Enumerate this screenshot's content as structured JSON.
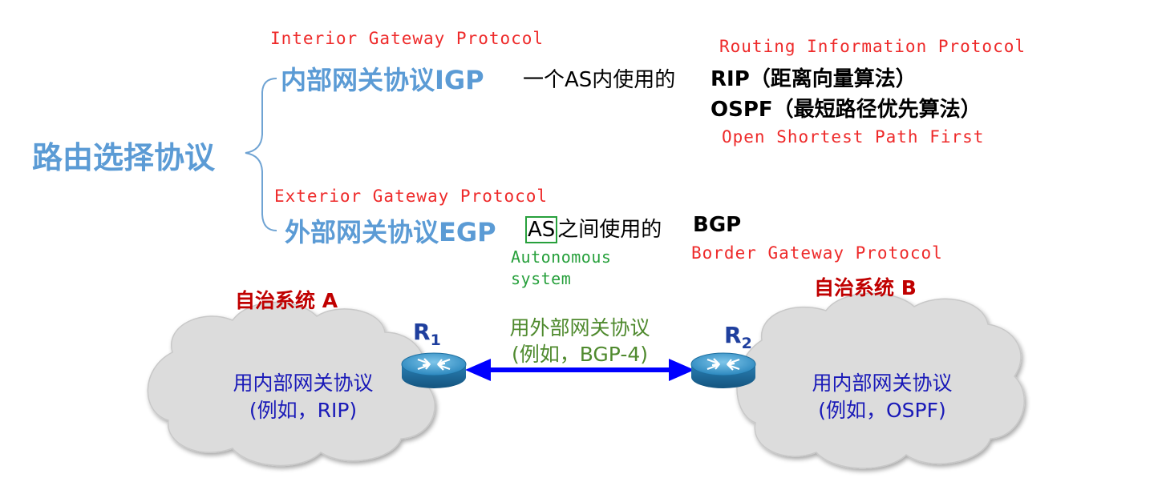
{
  "main": {
    "title": "路由选择协议",
    "igp": {
      "en_name": "Interior Gateway Protocol",
      "name": "内部网关协议IGP",
      "desc": "一个AS内使用的",
      "protocols": [
        "RIP（距离向量算法）",
        "OSPF（最短路径优先算法）"
      ],
      "rip_en": "Routing Information Protocol",
      "ospf_en": "Open Shortest Path First"
    },
    "egp": {
      "en_name": "Exterior Gateway Protocol",
      "name": "外部网关协议EGP",
      "as_word": "AS",
      "desc_suffix": "之间使用的",
      "protocol": "BGP",
      "as_en_line1": "Autonomous",
      "as_en_line2": "system",
      "bgp_en": "Border Gateway Protocol"
    }
  },
  "network": {
    "as_a": {
      "label": "自治系统 A",
      "line1": "用内部网关协议",
      "line2": "(例如，RIP)"
    },
    "as_b": {
      "label": "自治系统 B",
      "line1": "用内部网关协议",
      "line2": "(例如，OSPF)"
    },
    "link": {
      "line1": "用外部网关协议",
      "line2": "(例如，BGP-4)"
    },
    "router1": {
      "letter": "R",
      "sub": "1"
    },
    "router2": {
      "letter": "R",
      "sub": "2"
    }
  },
  "colors": {
    "title_blue": "#5b9bd5",
    "english_red": "#ee2a2a",
    "as_green": "#27a03c",
    "as_label_red": "#c00000",
    "cloud_text_navy": "#1a1ab8",
    "link_text_olive": "#4f8a2e",
    "arrow_blue": "#0000ff",
    "router_blue": "#2e8fc0",
    "cloud_gray": "#d9d9d9"
  },
  "icons": [
    "router-icon",
    "cloud-shape",
    "double-arrow",
    "bracket"
  ]
}
